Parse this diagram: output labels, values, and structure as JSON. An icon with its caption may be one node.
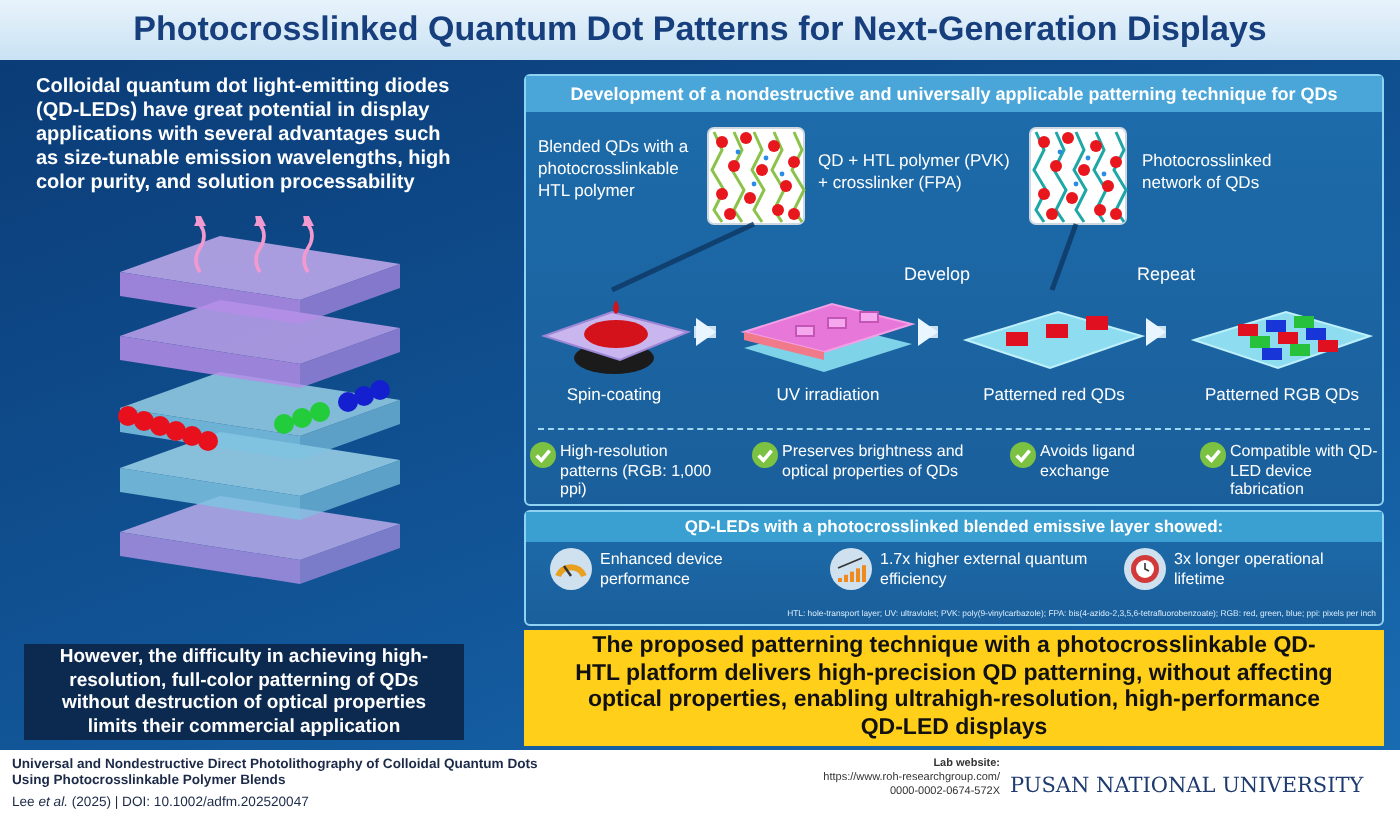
{
  "diagram": {
    "title": "Photocrosslinked Quantum Dot Patterns for Next-Generation Displays",
    "nodes": [
      {
        "text": [
          "Development of a nondestructive and universally applicable patterning technique for QDs"
        ]
      },
      {
        "text": [
          "Spin-coating"
        ],
        "in": 0
      },
      {
        "text": [
          "UV irradiation"
        ],
        "in": 0
      },
      {
        "text": [
          "Patterned red QDs"
        ],
        "in": 0
      },
      {
        "text": [
          "Patterned RGB QDs"
        ],
        "in": 0
      },
      {
        "text": [],
        "shape": "picture",
        "in": 0,
        "beside": [
          "Blended QDs with a photocrosslinkable HTL polymer",
          "QD + HTL polymer (PVK) + crosslinker (FPA)"
        ]
      },
      {
        "text": [],
        "shape": "picture",
        "in": 0,
        "beside": [
          "Photocrosslinked network of QDs"
        ]
      },
      {
        "text": [
          "QD-LEDs with a photocrosslinked blended emissive layer showed:"
        ]
      },
      {
        "text": [
          "The proposed patterning technique with a photocrosslinkable QD-HTL platform delivers high-precision QD patterning, without affecting optical properties, enabling ultrahigh-resolution, high-performance QD-LED displays"
        ]
      },
      {
        "text": [
          "However, the difficulty in achieving high-resolution, full-color patterning of QDs without destruction of optical properties limits their commercial application"
        ]
      }
    ],
    "edges": [
      {
        "from": 5,
        "to": 1,
        "arrow": "none",
        "color": "#0e3a66"
      },
      {
        "from": 6,
        "to": 3,
        "arrow": "none",
        "color": "#0e3a66"
      },
      {
        "from": 1,
        "to": 2,
        "arrow": "to"
      },
      {
        "from": 2,
        "to": 3,
        "arrow": "to",
        "label": "Develop"
      },
      {
        "from": 3,
        "to": 4,
        "arrow": "to",
        "label": "Repeat"
      }
    ],
    "labels": [
      "Colloidal quantum dot light-emitting diodes (QD-LEDs) have great potential in display applications with several advantages such as size-tunable emission wavelengths, high color purity, and solution processability",
      "High-resolution patterns (RGB: 1,000 ppi)",
      "Preserves brightness and optical properties of QDs",
      "Avoids ligand exchange",
      "Compatible with QD-LED device fabrication",
      "Enhanced device performance",
      "1.7x higher external quantum efficiency",
      "3x longer operational lifetime",
      "HTL: hole-transport layer; UV: ultraviolet; PVK: poly(9-vinylcarbazole); FPA: bis(4-azido-2,3,5,6-tetrafluorobenzoate); RGB: red, green, blue; ppi: pixels per inch",
      "Universal and Nondestructive Direct Photolithography of Colloidal Quantum Dots Using Photocrosslinkable Polymer Blends",
      "Lee *et al.* (2025) | DOI: 10.1002/adfm.202520047",
      "Lab website:",
      "https://www.roh-researchgroup.com/",
      "0000-0002-0674-572X",
      "PUSAN NATIONAL UNIVERSITY"
    ]
  }
}
